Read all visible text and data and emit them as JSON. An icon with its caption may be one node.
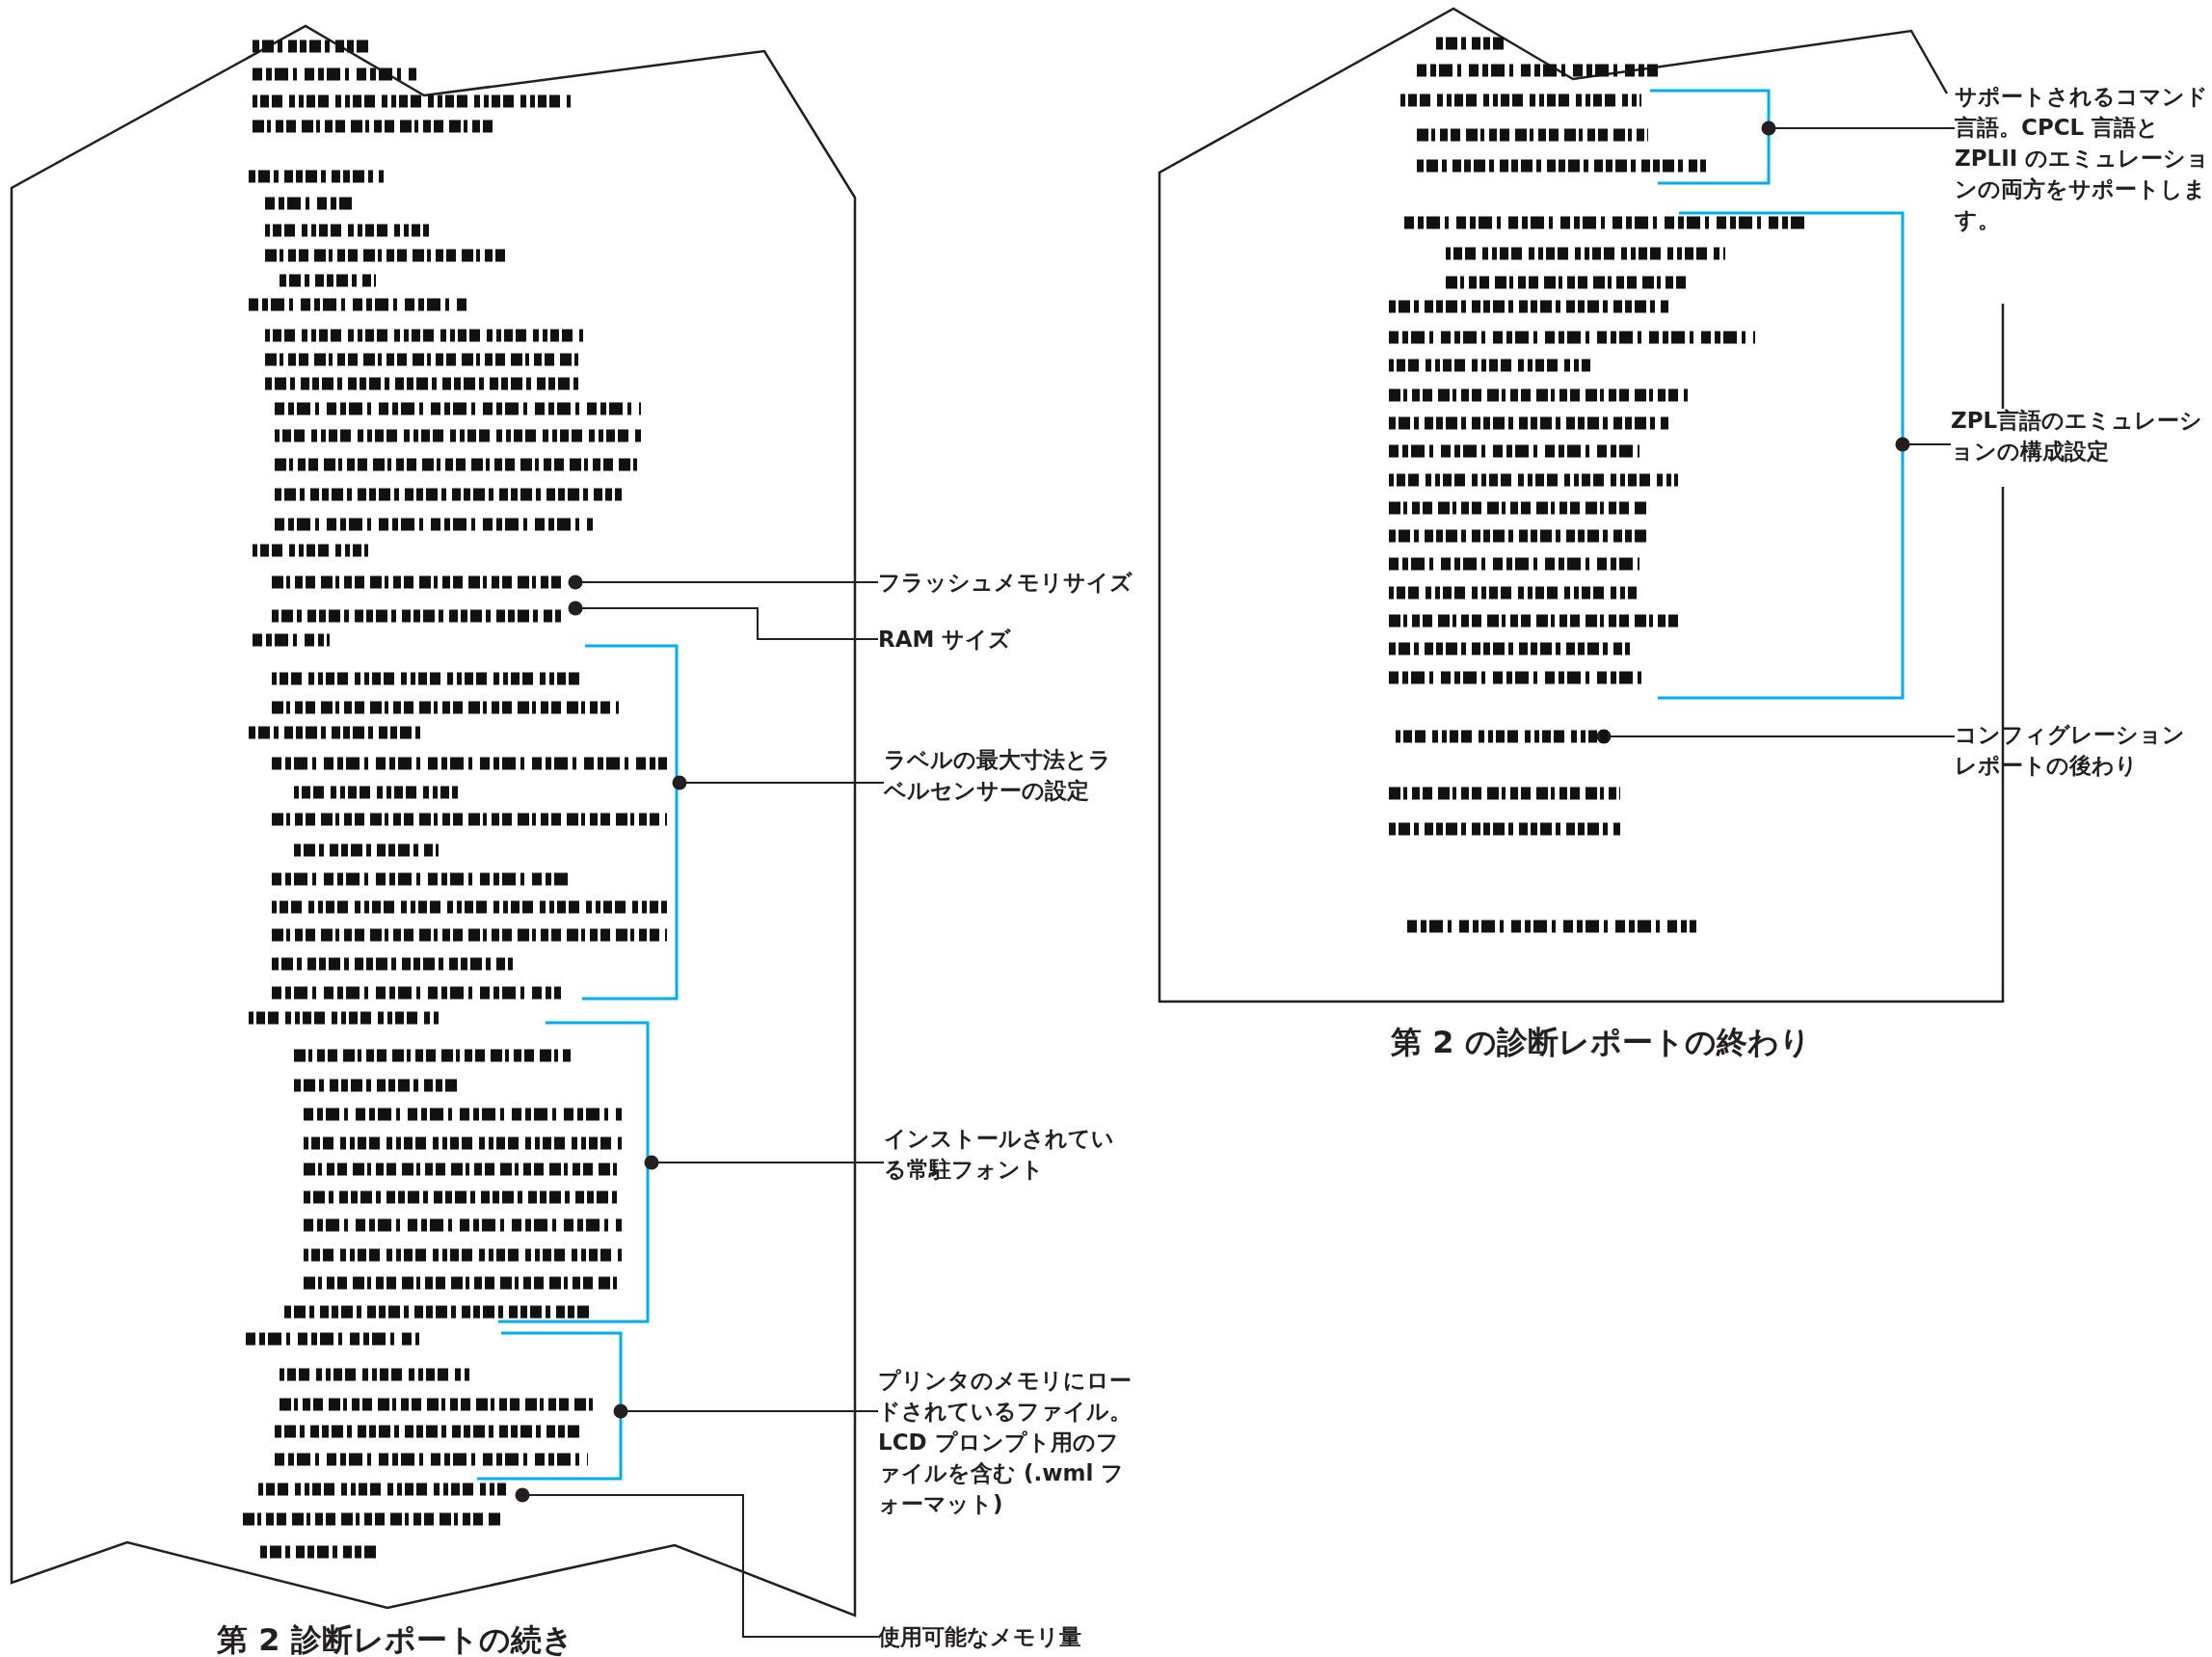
{
  "diagram": {
    "nodes": [
      {
        "text": [
          "第 2 診断レポートの続き"
        ]
      },
      {
        "text": [
          "第 2 の診断レポートの終わり"
        ]
      },
      {
        "text": [
          "サポートされるコマンド言語。CPCL 言語と ZPLII のエミュレーションの両方をサポートします。"
        ]
      },
      {
        "text": [
          "ZPL言語のエミュレーションの構成設定"
        ]
      },
      {
        "text": [
          "コンフィグレーションレポートの後わり"
        ]
      },
      {
        "text": [
          "フラッシュメモリサイズ"
        ]
      },
      {
        "text": [
          "RAM サイズ"
        ]
      },
      {
        "text": [
          "ラベルの最大寸法とラベルセンサーの設定"
        ]
      },
      {
        "text": [
          "インストールされている常駐フォント"
        ]
      },
      {
        "text": [
          "プリンタのメモリにロードされているファイル。LCD プロンプト用のファイルを含む (.wml フォーマット)"
        ]
      },
      {
        "text": [
          "使用可能なメモリ量"
        ]
      }
    ],
    "edges": [
      {
        "from": 2,
        "to": 1,
        "arrow": "other"
      },
      {
        "from": 3,
        "to": 1,
        "arrow": "other"
      },
      {
        "from": 4,
        "to": 1,
        "arrow": "other"
      },
      {
        "from": 5,
        "to": 0,
        "arrow": "other"
      },
      {
        "from": 6,
        "to": 0,
        "arrow": "other"
      },
      {
        "from": 7,
        "to": 0,
        "arrow": "other"
      },
      {
        "from": 8,
        "to": 0,
        "arrow": "other"
      },
      {
        "from": 9,
        "to": 0,
        "arrow": "other"
      },
      {
        "from": 10,
        "to": 0,
        "arrow": "other"
      }
    ]
  }
}
